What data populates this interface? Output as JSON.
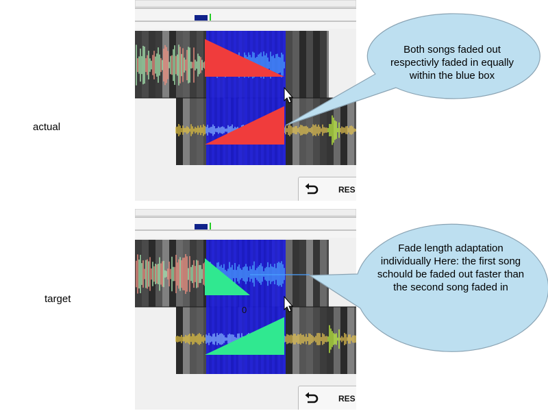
{
  "labels": {
    "actual": "actual",
    "target": "target"
  },
  "panels": [
    {
      "id": "actual",
      "reset_label": "RES",
      "fade_color": "#f03c3c",
      "fade_marker": ""
    },
    {
      "id": "target",
      "reset_label": "RES",
      "fade_color": "#30e890",
      "fade_marker": "0"
    }
  ],
  "callouts": {
    "actual": "Both songs faded out respectivly faded in equally within the blue box",
    "target": "Fade length adaptation individually Here: the first song schould be faded out faster than the second song faded in"
  },
  "colors": {
    "selection_blue": "#1a1ad0",
    "callout_fill": "#bddff0",
    "callout_stroke": "#8aa3b3",
    "position_marker": "#10228a",
    "playhead_green": "#22cc22"
  },
  "icons": {
    "reset": "undo-arrow-icon",
    "cursor": "mouse-pointer-icon"
  }
}
